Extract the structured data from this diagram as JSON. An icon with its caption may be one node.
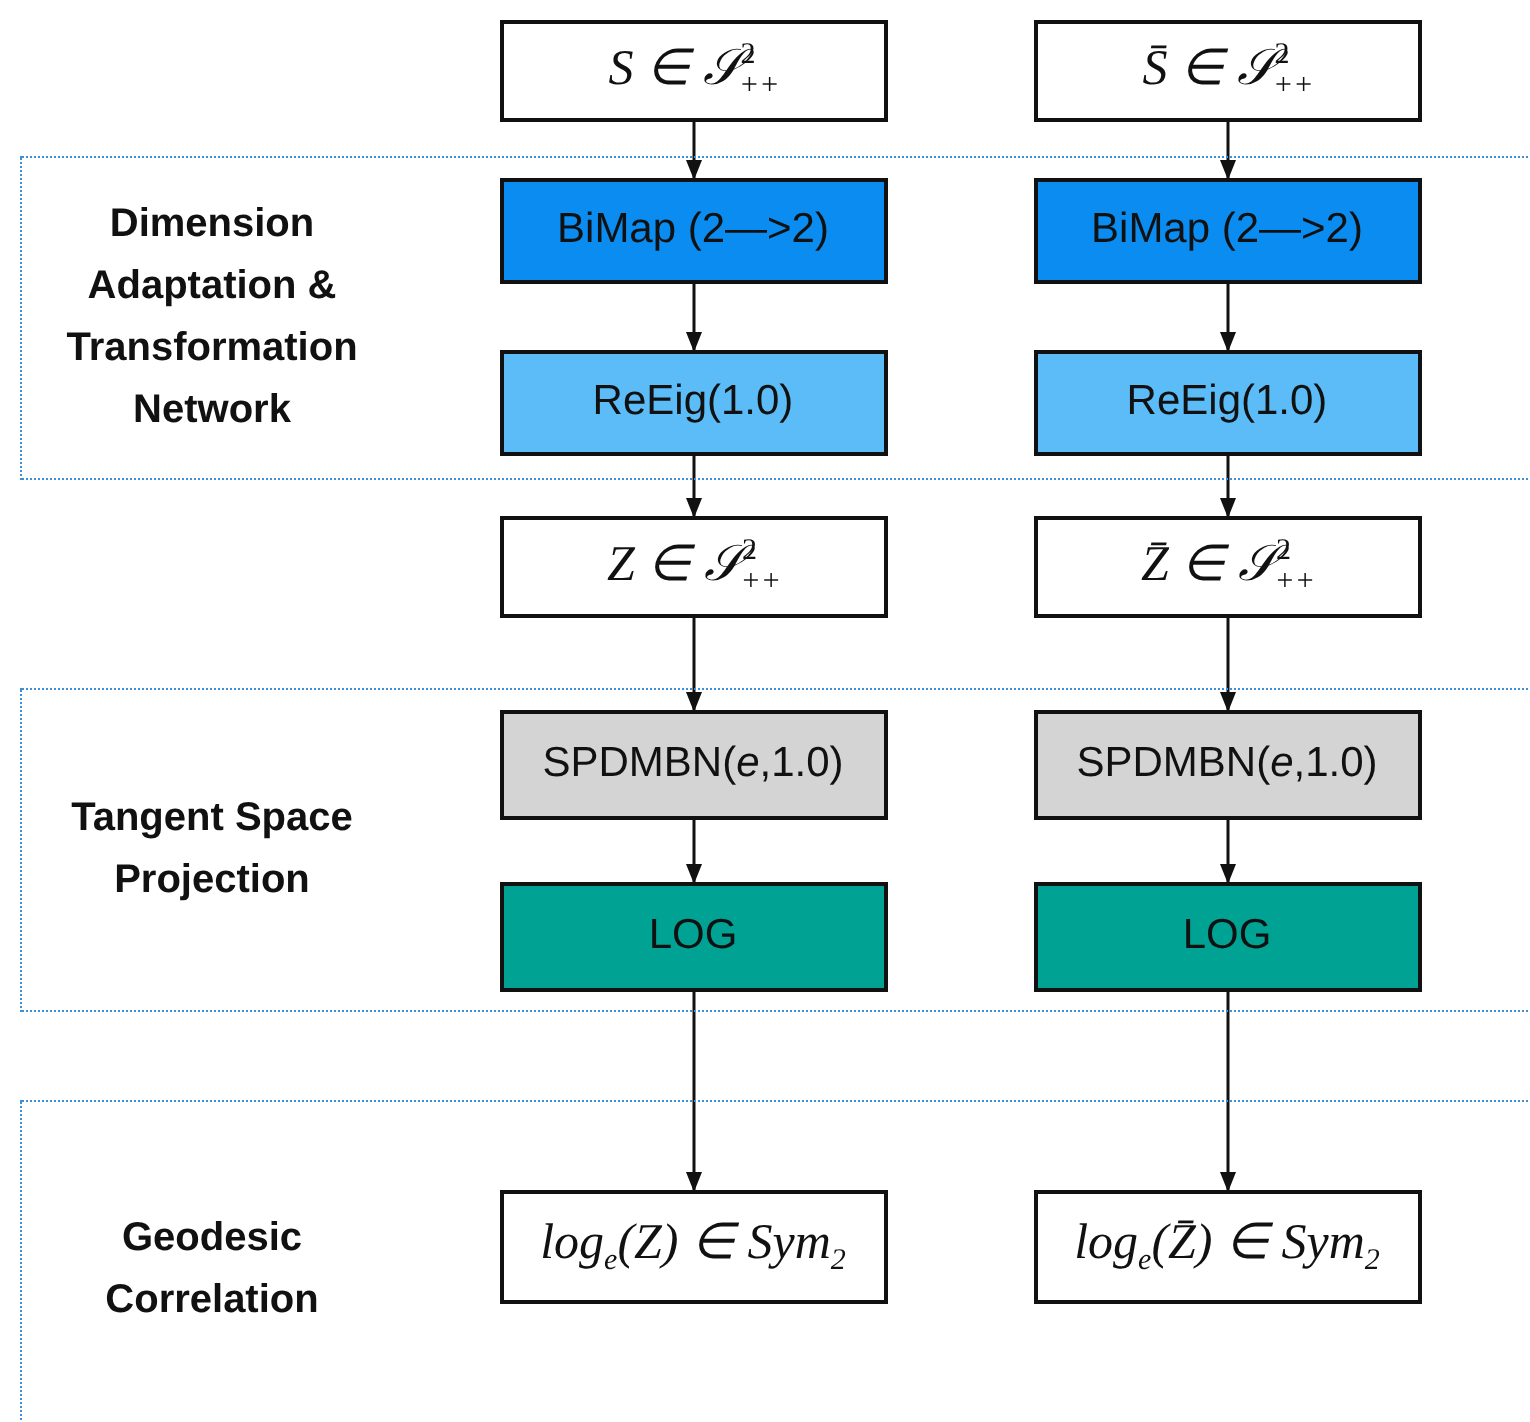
{
  "diagram": {
    "nodes": [
      {
        "text": [
          "S ∈ 𝒮$^{2}$$_{++}$"
        ]
      },
      {
        "text": [
          "S̄ ∈ 𝒮$^{2}$$_{++}$"
        ]
      },
      {
        "text": [
          "Dimension Adaptation & Transformation Network"
        ]
      },
      {
        "text": [
          "BiMap (2—>2)"
        ],
        "in": 2
      },
      {
        "text": [
          "BiMap (2—>2)"
        ],
        "in": 2
      },
      {
        "text": [
          "ReEig(1.0)"
        ],
        "in": 2
      },
      {
        "text": [
          "ReEig(1.0)"
        ],
        "in": 2
      },
      {
        "text": [
          "Z ∈ 𝒮$^{2}$$_{++}$"
        ]
      },
      {
        "text": [
          "Z̄ ∈ 𝒮$^{2}$$_{++}$"
        ]
      },
      {
        "text": [
          "Tangent Space Projection"
        ]
      },
      {
        "text": [
          "SPDMBN(*e*,1.0)"
        ],
        "in": 9
      },
      {
        "text": [
          "SPDMBN(*e*,1.0)"
        ],
        "in": 9
      },
      {
        "text": [
          "LOG"
        ],
        "in": 9
      },
      {
        "text": [
          "LOG"
        ],
        "in": 9
      },
      {
        "text": [
          "Geodesic Correlation"
        ]
      },
      {
        "text": [
          "log$_{e}$(Z) ∈ Sym$_{2}$"
        ],
        "in": 14
      },
      {
        "text": [
          "log$_{e}$(Z̄) ∈ Sym$_{2}$"
        ],
        "in": 14
      }
    ],
    "edges": [
      {
        "from": 0,
        "to": 3,
        "arrow": "to"
      },
      {
        "from": 1,
        "to": 4,
        "arrow": "to"
      },
      {
        "from": 3,
        "to": 5,
        "arrow": "to"
      },
      {
        "from": 4,
        "to": 6,
        "arrow": "to"
      },
      {
        "from": 5,
        "to": 7,
        "arrow": "to"
      },
      {
        "from": 6,
        "to": 8,
        "arrow": "to"
      },
      {
        "from": 7,
        "to": 10,
        "arrow": "to"
      },
      {
        "from": 8,
        "to": 11,
        "arrow": "to"
      },
      {
        "from": 10,
        "to": 12,
        "arrow": "to"
      },
      {
        "from": 11,
        "to": 13,
        "arrow": "to"
      },
      {
        "from": 12,
        "to": 15,
        "arrow": "to"
      },
      {
        "from": 13,
        "to": 16,
        "arrow": "to"
      }
    ]
  }
}
